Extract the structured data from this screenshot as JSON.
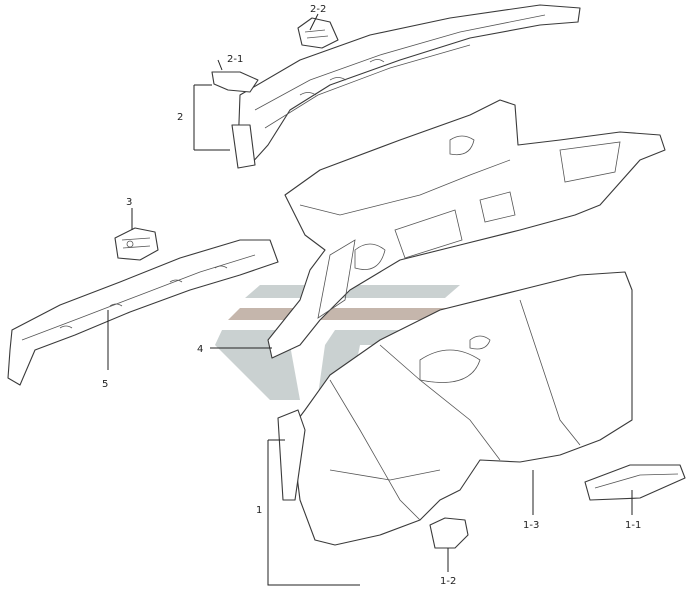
{
  "colors": {
    "line": "#3a3a3a",
    "watermark_gray": "#c8cfcf",
    "watermark_brown": "#c2b3a8"
  },
  "callouts": {
    "c2_2": "2-2",
    "c2_1": "2-1",
    "c2": "2",
    "c3": "3",
    "c4": "4",
    "c5": "5",
    "c1": "1",
    "c1_3": "1-3",
    "c1_1": "1-1",
    "c1_2": "1-2"
  }
}
